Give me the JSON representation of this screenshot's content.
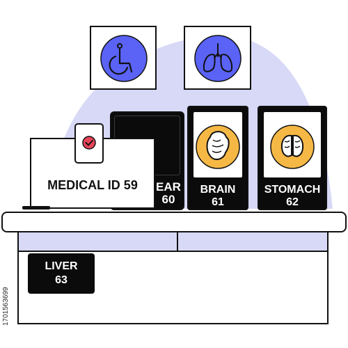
{
  "scene": {
    "colors": {
      "accent_lavender": "#d7d9f7",
      "accent_blue": "#5a63f5",
      "accent_yellow": "#f6b845",
      "accent_red": "#e8445a",
      "outline": "#111111",
      "screen": "#0b0b0b"
    }
  },
  "wall_icons": [
    {
      "icon": "wheelchair-icon",
      "color": "#5a63f5"
    },
    {
      "icon": "lungs-icon",
      "color": "#5a63f5"
    }
  ],
  "medical_card": {
    "text": "MEDICAL ID 59",
    "badge_icon": "heart-check-icon"
  },
  "monitor_tag": {
    "line1": "EAR",
    "line2": "60"
  },
  "displays": [
    {
      "icon": "brain-icon",
      "name": "BRAIN",
      "number": "61"
    },
    {
      "icon": "stomach-icon",
      "name": "STOMACH",
      "number": "62"
    }
  ],
  "drawer_tag": {
    "name": "LIVER",
    "number": "63"
  },
  "watermark": {
    "text": "1701563699"
  }
}
